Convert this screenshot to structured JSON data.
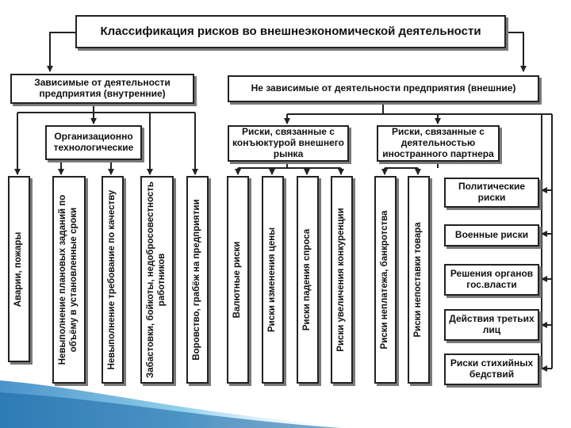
{
  "title": "Классификация рисков во внешнеэкономической деятельности",
  "internal": {
    "header": "Зависимые от деятельности предприятия (внутренние)",
    "sub": "Организационно технологические",
    "items": [
      "Аварии, пожары",
      "Невыполнение плановых заданий по объёму в установленные сроки",
      "Невыполнение требование по качеству",
      "Забастовки, бойкоты, недобросовестность работников",
      "Воровство, грабёж на предприятии"
    ]
  },
  "external": {
    "header": "Не зависимые от деятельности предприятия (внешние)",
    "market": {
      "label": "Риски, связанные с конъюктурой внешнего рынка",
      "items": [
        "Валютные риски",
        "Риски изменения цены",
        "Риски падения спроса",
        "Риски увеличения конкуренции"
      ]
    },
    "partner": {
      "label": "Риски, связанные с деятельностью иностранного партнера",
      "items": [
        "Риски неплатежа, банкротства",
        "Риски непоставки товара"
      ]
    },
    "side_items": [
      "Политические риски",
      "Военные риски",
      "Решения органов гос.власти",
      "Действия третьих лиц",
      "Риски стихийных бедствий"
    ]
  }
}
